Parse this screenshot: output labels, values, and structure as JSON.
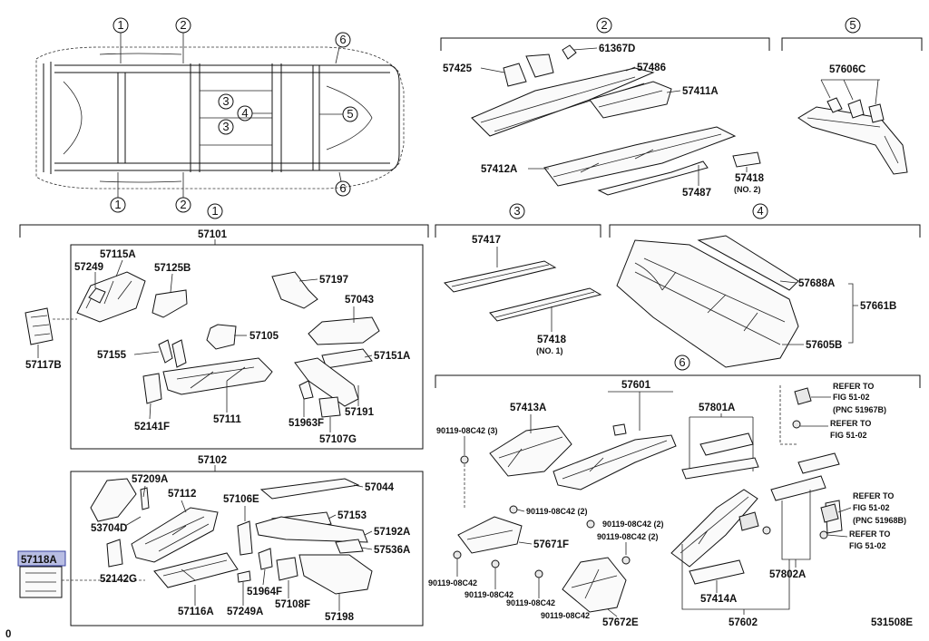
{
  "diagram": {
    "figure_id": "531508E",
    "corner_label": "0",
    "selected_part": "57118A",
    "section_circles": [
      "1",
      "2",
      "3",
      "4",
      "5",
      "6"
    ],
    "notes": {
      "no1": "(NO. 1)",
      "no2": "(NO. 2)"
    },
    "refer": {
      "r1_line1": "REFER TO",
      "r1_line2": "FIG 51-02",
      "r1_line3": "(PNC 51967B)",
      "r2_line1": "REFER TO",
      "r2_line2": "FIG 51-02",
      "r3_line1": "REFER TO",
      "r3_line2": "FIG 51-02",
      "r3_line3": "(PNC 51968B)",
      "r4_line1": "REFER TO",
      "r4_line2": "FIG 51-02"
    },
    "parts": {
      "p57101": "57101",
      "p57102": "57102",
      "p57601": "57601",
      "p57602": "57602",
      "p57115A": "57115A",
      "p57249": "57249",
      "p57125B": "57125B",
      "p57197": "57197",
      "p57043": "57043",
      "p57105": "57105",
      "p57155": "57155",
      "p57151A": "57151A",
      "p57117B": "57117B",
      "p57111": "57111",
      "p52141F": "52141F",
      "p51963F": "51963F",
      "p57191": "57191",
      "p57107G": "57107G",
      "p57209A": "57209A",
      "p57112": "57112",
      "p57106E": "57106E",
      "p57044": "57044",
      "p53704D": "53704D",
      "p57153": "57153",
      "p57192A": "57192A",
      "p57536A": "57536A",
      "p57118A": "57118A",
      "p52142G": "52142G",
      "p51964F": "51964F",
      "p57108F": "57108F",
      "p57116A": "57116A",
      "p57249A": "57249A",
      "p57198": "57198",
      "p61367D": "61367D",
      "p57425": "57425",
      "p57486": "57486",
      "p57411A": "57411A",
      "p57412A": "57412A",
      "p57418": "57418",
      "p57487": "57487",
      "p57606C": "57606C",
      "p57417": "57417",
      "p57418b": "57418",
      "p57688A": "57688A",
      "p57661B": "57661B",
      "p57605B": "57605B",
      "p57413A": "57413A",
      "p57801A": "57801A",
      "p57671F": "57671F",
      "p57672E": "57672E",
      "p57414A": "57414A",
      "p57802A": "57802A",
      "b1": "90119-08C42 (3)",
      "b2": "90119-08C42 (2)",
      "b3": "90119-08C42 (2)",
      "b4": "90119-08C42 (2)",
      "b5": "90119-08C42",
      "b6": "90119-08C42",
      "b7": "90119-08C42",
      "b8": "90119-08C42"
    }
  }
}
